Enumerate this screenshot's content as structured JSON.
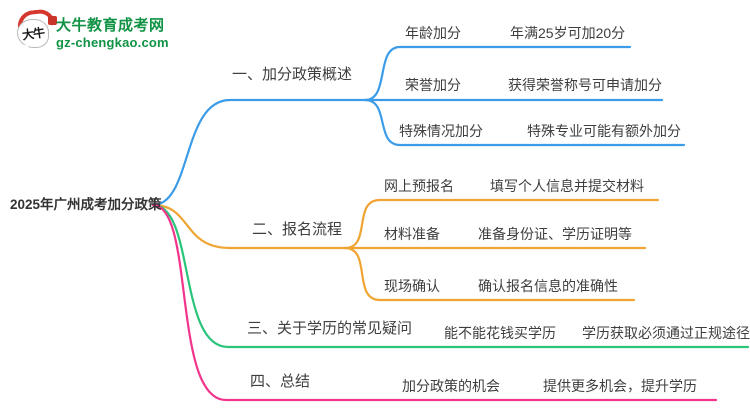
{
  "site": {
    "logo_text": "大牛",
    "name": "大牛教育成考网",
    "domain": "gz-chengkao.com"
  },
  "colors": {
    "branch1": "#3d9ce8",
    "branch2": "#f0a431",
    "branch3": "#2ac47a",
    "branch4": "#f2348c",
    "logo_green": "#109345",
    "logo_red": "#d5382e",
    "text": "#3e3e3e"
  },
  "mindmap": {
    "root": "2025年广州成考加分政策",
    "branches": [
      {
        "title": "一、加分政策概述",
        "children": [
          {
            "label": "年龄加分",
            "detail": "年满25岁可加20分"
          },
          {
            "label": "荣誉加分",
            "detail": "获得荣誉称号可申请加分"
          },
          {
            "label": "特殊情况加分",
            "detail": "特殊专业可能有额外加分"
          }
        ]
      },
      {
        "title": "二、报名流程",
        "children": [
          {
            "label": "网上预报名",
            "detail": "填写个人信息并提交材料"
          },
          {
            "label": "材料准备",
            "detail": "准备身份证、学历证明等"
          },
          {
            "label": "现场确认",
            "detail": "确认报名信息的准确性"
          }
        ]
      },
      {
        "title": "三、关于学历的常见疑问",
        "children": [
          {
            "label": "能不能花钱买学历",
            "detail": "学历获取必须通过正规途径"
          }
        ]
      },
      {
        "title": "四、总结",
        "children": [
          {
            "label": "加分政策的机会",
            "detail": "提供更多机会，提升学历"
          }
        ]
      }
    ]
  }
}
